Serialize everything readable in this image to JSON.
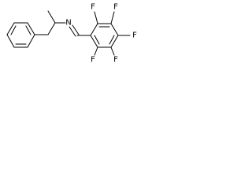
{
  "molecule": {
    "labels": {
      "nitrogen": "N",
      "fluorine_top_left": "F",
      "fluorine_top_right": "F",
      "fluorine_right": "F",
      "fluorine_bottom_right": "F",
      "fluorine_bottom_left": "F"
    },
    "colors": {
      "bond": "#000000",
      "label": "#000000",
      "background": "#ffffff"
    }
  }
}
